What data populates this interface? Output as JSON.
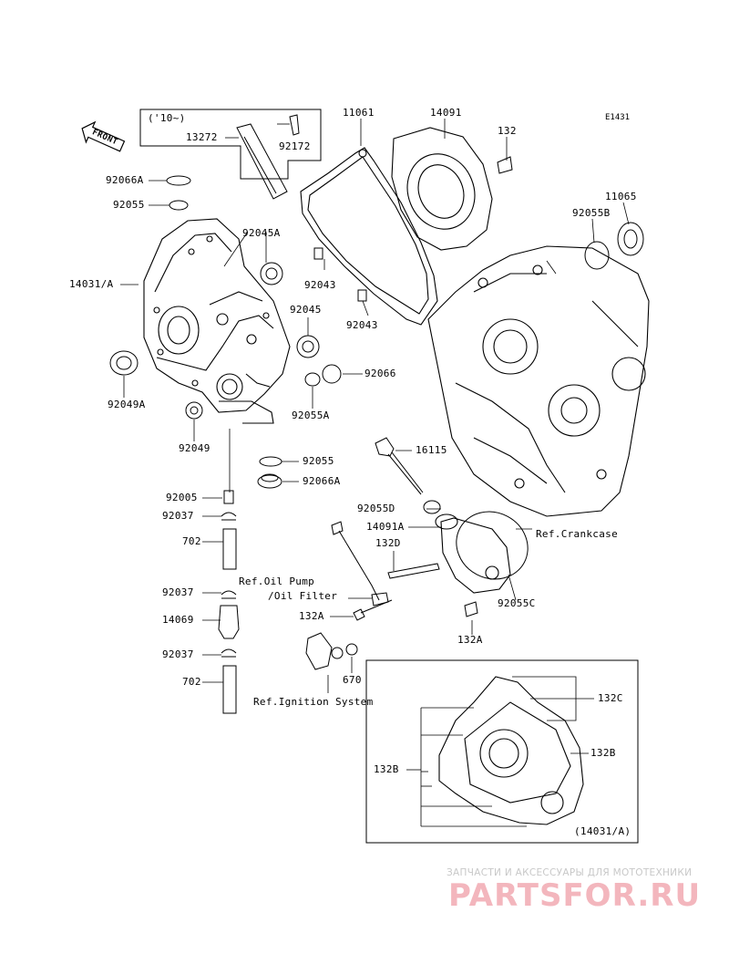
{
  "diagram_code": "E1431",
  "year_note": "('10~)",
  "front_label": "FRONT",
  "labels": {
    "p13272": "13272",
    "p92172": "92172",
    "p11061": "11061",
    "p14091": "14091",
    "p132_top": "132",
    "p92066A": "92066A",
    "p92055_top": "92055",
    "p92045A": "92045A",
    "p14031A": "14031/A",
    "p92043_a": "92043",
    "p92043_b": "92043",
    "p92045": "92045",
    "p92049A": "92049A",
    "p92066": "92066",
    "p92055A": "92055A",
    "p92049": "92049",
    "p92055_mid": "92055",
    "p92066A_mid": "92066A",
    "p16115": "16115",
    "p92055B": "92055B",
    "p11065": "11065",
    "p92005": "92005",
    "p92037_a": "92037",
    "p702_a": "702",
    "p92055D": "92055D",
    "p14091A": "14091A",
    "p132D": "132D",
    "ref_crankcase": "Ref.Crankcase",
    "ref_oilpump_1": "Ref.Oil Pump",
    "ref_oilpump_2": "/Oil Filter",
    "p92037_b": "92037",
    "p14069": "14069",
    "p132A_left": "132A",
    "p92055C": "92055C",
    "p132A_right": "132A",
    "p92037_c": "92037",
    "p702_b": "702",
    "p670": "670",
    "ref_ignition": "Ref.Ignition System",
    "p132C": "132C",
    "p132B_right": "132B",
    "p132B_left": "132B",
    "p14031A_inset": "(14031/A)"
  },
  "watermark": {
    "line1": "ЗАПЧАСТИ И АКСЕССУАРЫ ДЛЯ МОТОТЕХНИКИ",
    "line2": "PARTSFOR.RU"
  }
}
